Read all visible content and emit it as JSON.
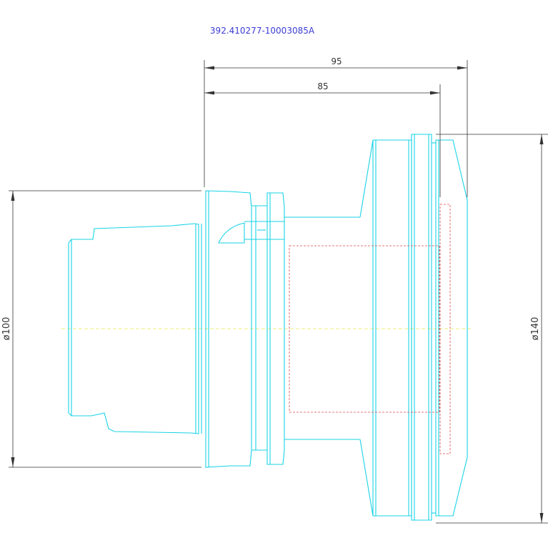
{
  "drawing": {
    "part_number": "392.410277-10003085A",
    "dimensions": {
      "overall_length": "95",
      "flange_length": "85",
      "diameter_small": "ø100",
      "diameter_large": "ø140"
    },
    "colors": {
      "outline": "#19d3e6",
      "dimension": "#333333",
      "title": "#3b3bd6",
      "centerline": "#e6e64c",
      "hidden": "#e04a4a"
    }
  }
}
